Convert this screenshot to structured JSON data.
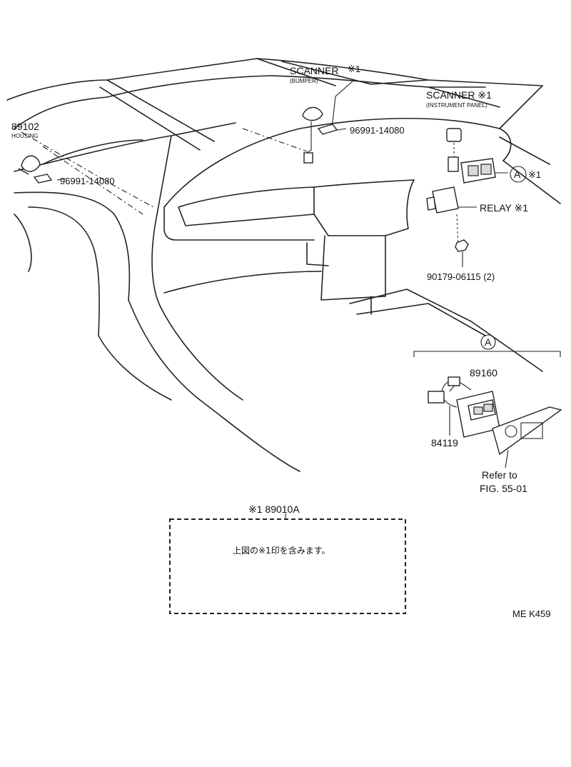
{
  "labels": {
    "scanner_bumper": "SCANNER",
    "scanner_bumper_mark": "※1",
    "scanner_bumper_sub": "(BUMPER)",
    "scanner_panel": "SCANNER ※1",
    "scanner_panel_sub": "(INSTRUMENT PANEL)",
    "housing_number": "89102",
    "housing_name": "HOUSING",
    "clip_left": "96991-14080",
    "clip_right": "96991-14080",
    "relay": "RELAY ※1",
    "nut": "90179-06115 (2)",
    "view_a_marker_mark": "※1",
    "part_89160": "89160",
    "part_84119": "84119",
    "refer_line1": "Refer to",
    "refer_line2": "FIG. 55-01",
    "detail_title": "A",
    "view_a_letter": "A",
    "kit_title": "※1  89010A",
    "kit_note": "上図の※1印を含みます。",
    "figure_code": "ME K459"
  },
  "colors": {
    "ink": "#222222",
    "paper": "#ffffff"
  }
}
